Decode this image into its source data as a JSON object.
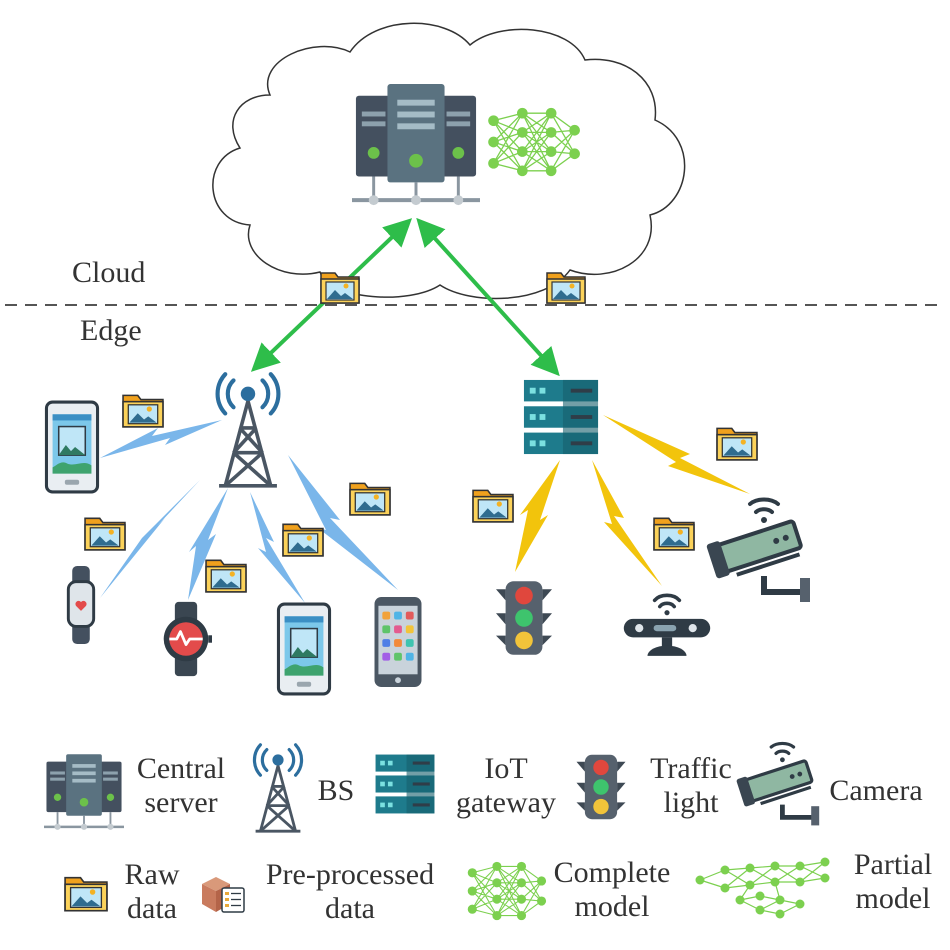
{
  "zones": {
    "cloud": "Cloud",
    "edge": "Edge"
  },
  "legend": {
    "central_server": [
      "Central",
      "server"
    ],
    "bs": "BS",
    "iot_gateway": [
      "IoT",
      "gateway"
    ],
    "traffic_light": [
      "Traffic",
      "light"
    ],
    "camera": "Camera",
    "raw_data": [
      "Raw",
      "data"
    ],
    "preprocessed_data": [
      "Pre-processed",
      "data"
    ],
    "complete_model": [
      "Complete",
      "model"
    ],
    "partial_model": [
      "Partial",
      "model"
    ]
  },
  "colors": {
    "green_link": "#2ebd4a",
    "blue_bolt": "#7ab6ea",
    "yellow_bolt": "#f2c40c",
    "server_dark": "#3d4a5a",
    "server_teal": "#556d7a",
    "gateway": "#1e7b8c",
    "nn_green": "#7cd04f"
  }
}
